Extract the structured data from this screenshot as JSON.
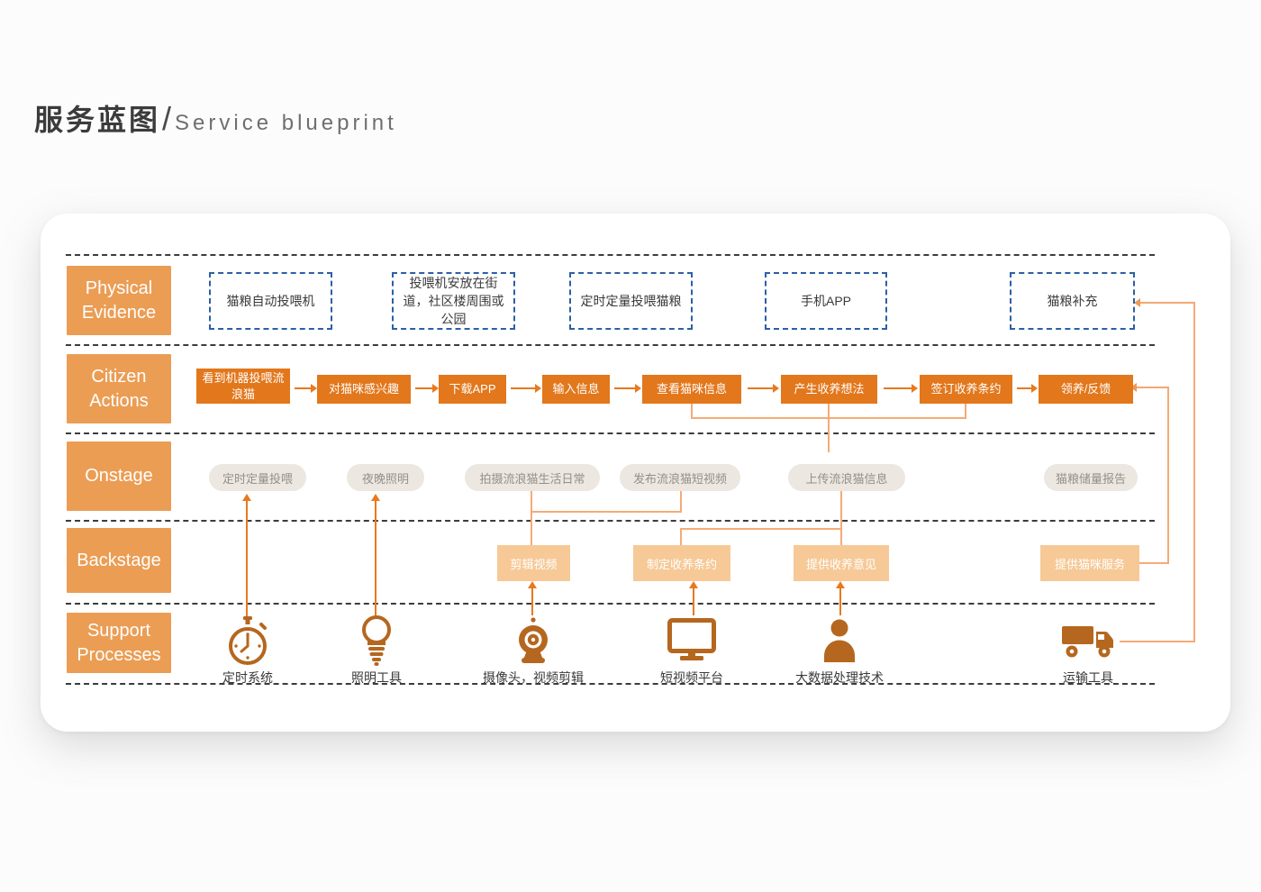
{
  "page_title": {
    "zh": "服务蓝图",
    "separator": "/",
    "en": "Service blueprint"
  },
  "rows": {
    "physical_evidence": {
      "label_line1": "Physical",
      "label_line2": "Evidence",
      "items": [
        "猫粮自动投喂机",
        "投喂机安放在街道，社区楼周围或公园",
        "定时定量投喂猫粮",
        "手机APP",
        "猫粮补充"
      ]
    },
    "citizen_actions": {
      "label_line1": "Citizen",
      "label_line2": "Actions",
      "items": [
        "看到机器投喂流浪猫",
        "对猫咪感兴趣",
        "下载APP",
        "输入信息",
        "查看猫咪信息",
        "产生收养想法",
        "签订收养条约",
        "领养/反馈"
      ]
    },
    "onstage": {
      "label_line1": "Onstage",
      "label_line2": "",
      "items": [
        "定时定量投喂",
        "夜晚照明",
        "拍摄流浪猫生活日常",
        "发布流浪猫短视频",
        "上传流浪猫信息",
        "猫粮储量报告"
      ]
    },
    "backstage": {
      "label_line1": "Backstage",
      "label_line2": "",
      "items": [
        "剪辑视频",
        "制定收养条约",
        "提供收养意见",
        "提供猫咪服务"
      ]
    },
    "support_processes": {
      "label_line1": "Support",
      "label_line2": "Processes",
      "items": [
        {
          "icon": "stopwatch-icon",
          "label": "定时系统"
        },
        {
          "icon": "lightbulb-icon",
          "label": "照明工具"
        },
        {
          "icon": "webcam-icon",
          "label": "摄像头，视频剪辑"
        },
        {
          "icon": "monitor-icon",
          "label": "短视频平台"
        },
        {
          "icon": "person-icon",
          "label": "大数据处理技术"
        },
        {
          "icon": "truck-icon",
          "label": "运输工具"
        }
      ]
    }
  },
  "colors": {
    "row_label_bg": "#eb9d54",
    "citizen_action_bg": "#e2771c",
    "backstage_bg": "#f6c997",
    "onstage_pill_bg": "#ece7e0",
    "physical_dashed_border": "#2d5fa6",
    "separator_dash": "#3c3c3c",
    "arrow_strong": "#e8791f",
    "arrow_light": "#f5ab76",
    "icon_brown": "#b5671f"
  }
}
